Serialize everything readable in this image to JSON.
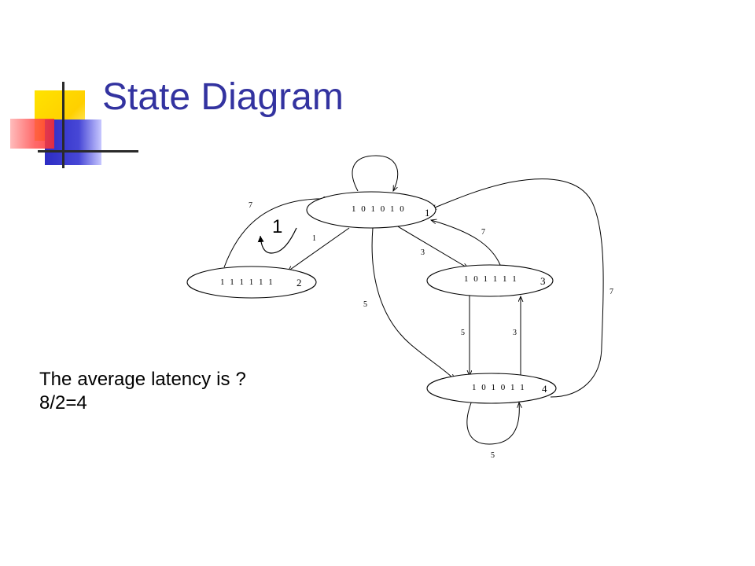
{
  "slide": {
    "title": "State Diagram",
    "body_line1_words": [
      "The",
      "average",
      "latency",
      "is",
      "?"
    ],
    "body_line2": "8/2=4",
    "annotation": "1"
  },
  "colors": {
    "title": "#3333a0",
    "deco_yellow": "#ffd600",
    "deco_blue": "#3535c8",
    "deco_red": "#ff4a4a",
    "deco_line": "#2a2a2a"
  },
  "diagram": {
    "states": [
      {
        "label": "1 0 1 0 1 0",
        "number": "1"
      },
      {
        "label": "1 1 1 1 1 1",
        "number": "2"
      },
      {
        "label": "1 0 1 1 1 1",
        "number": "3"
      },
      {
        "label": "1 0 1 0 1 1",
        "number": "4"
      }
    ],
    "edges": [
      {
        "from": "2",
        "to": "1",
        "latency": "7"
      },
      {
        "from": "1",
        "to": "2",
        "latency": "1"
      },
      {
        "from": "1",
        "to": "3",
        "latency": "3"
      },
      {
        "from": "3",
        "to": "1",
        "latency": "7"
      },
      {
        "from": "1",
        "to": "4",
        "latency": "5"
      },
      {
        "from": "3",
        "to": "4",
        "latency": "5"
      },
      {
        "from": "4",
        "to": "3",
        "latency": "3"
      },
      {
        "from": "4",
        "to": "1",
        "latency": "7"
      },
      {
        "from": "4",
        "to": "4",
        "latency": "5"
      },
      {
        "from": "1",
        "to": "1",
        "latency": ""
      }
    ]
  }
}
